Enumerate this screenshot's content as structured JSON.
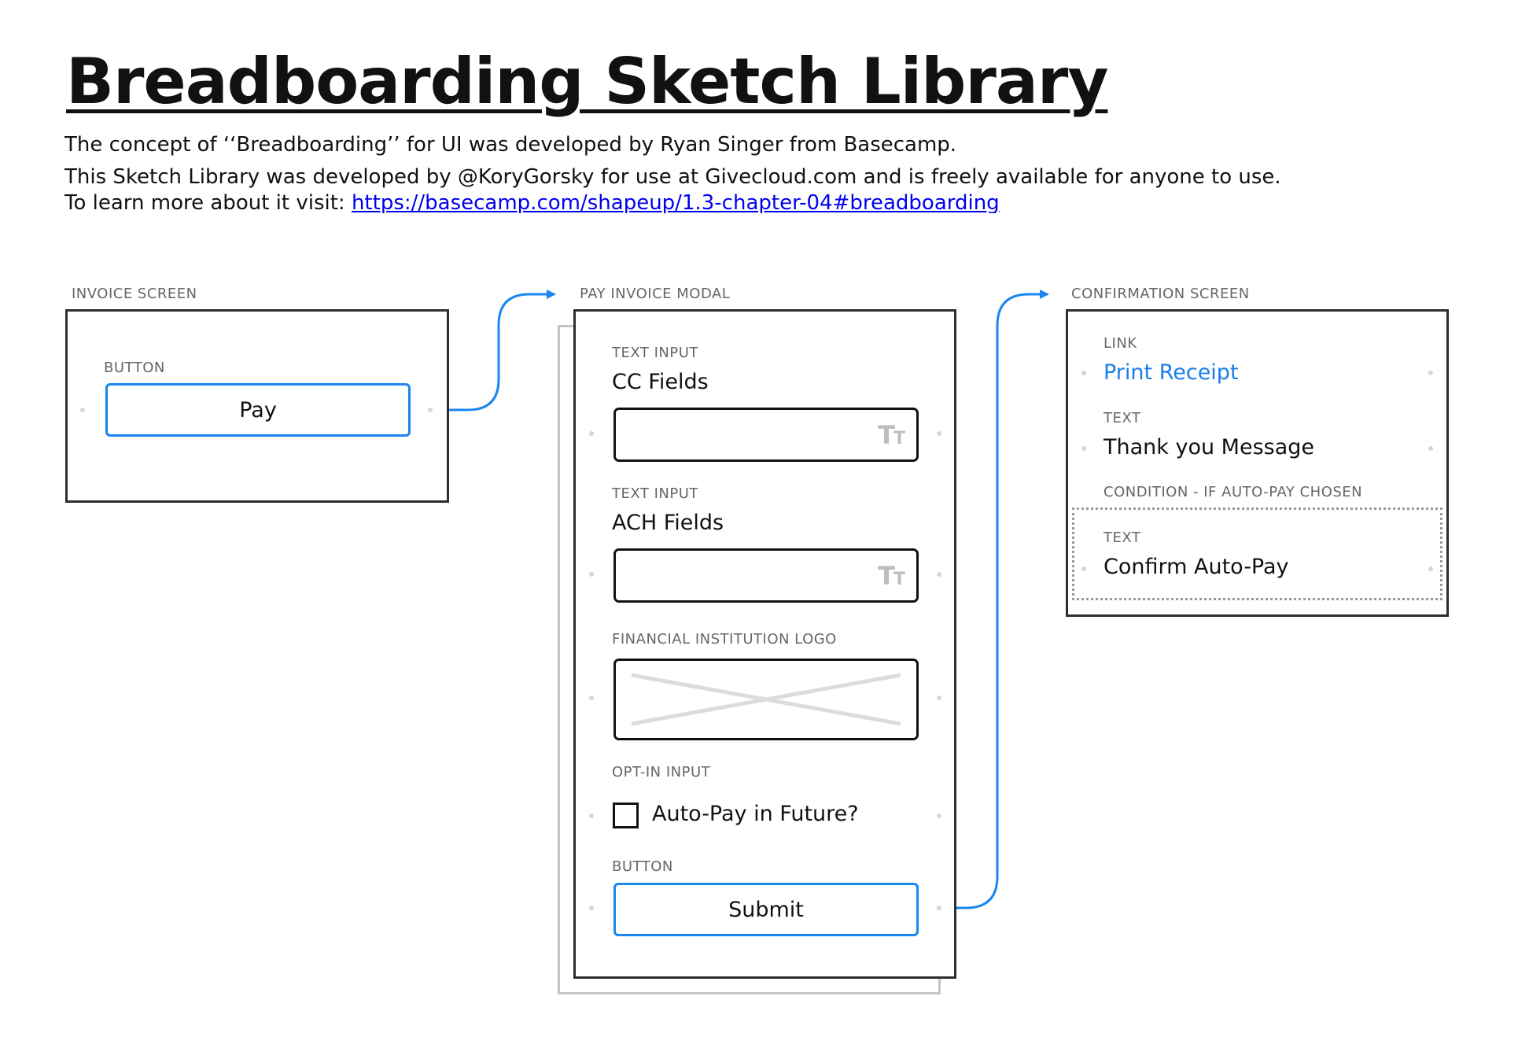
{
  "header": {
    "title": "Breadboarding Sketch Library",
    "line1": "The concept of ‘‘Breadboarding’’ for UI was developed by Ryan Singer from Basecamp.",
    "line2": "This Sketch Library was developed by @KoryGorsky for use at Givecloud.com and is freely available for anyone to use.",
    "line3_prefix": "To learn more about it visit: ",
    "line3_link": "https://basecamp.com/shapeup/1.3-chapter-04#breadboarding"
  },
  "invoice_screen": {
    "label": "INVOICE SCREEN",
    "button_label": "BUTTON",
    "button_text": "Pay"
  },
  "pay_modal": {
    "label": "PAY INVOICE MODAL",
    "cc": {
      "label": "TEXT INPUT",
      "title": "CC Fields"
    },
    "ach": {
      "label": "TEXT INPUT",
      "title": "ACH Fields"
    },
    "logo": {
      "label": "FINANCIAL INSTITUTION LOGO"
    },
    "optin": {
      "label": "OPT-IN INPUT",
      "text": "Auto-Pay in Future?"
    },
    "submit": {
      "label": "BUTTON",
      "text": "Submit"
    }
  },
  "confirmation_screen": {
    "label": "CONFIRMATION SCREEN",
    "link": {
      "label": "LINK",
      "text": "Print Receipt"
    },
    "thanks": {
      "label": "TEXT",
      "text": "Thank you Message"
    },
    "condition": {
      "label": "CONDITION - IF AUTO-PAY CHOSEN",
      "inner_label": "TEXT",
      "inner_text": "Confirm Auto-Pay"
    }
  },
  "colors": {
    "accent": "#1a86ef",
    "frame": "#2e2e2e",
    "label": "#666666",
    "link": "#1a7fe8"
  },
  "icons": {
    "text_input": "text-size-icon",
    "image_placeholder": "image-placeholder-icon"
  }
}
